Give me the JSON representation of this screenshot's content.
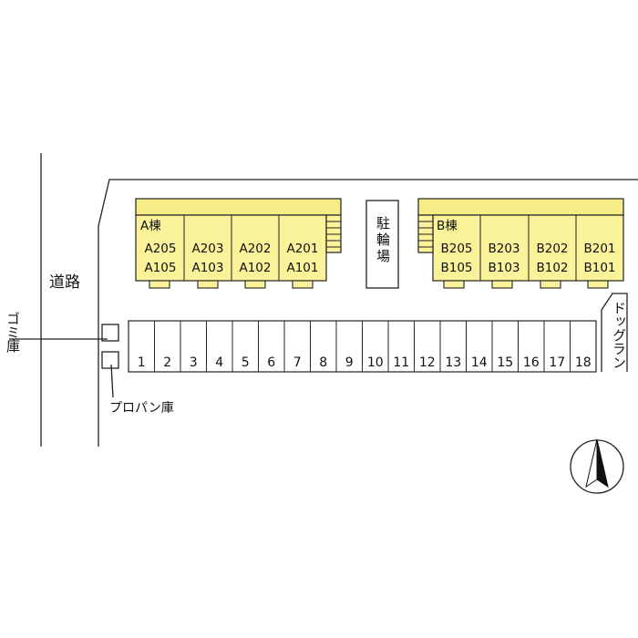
{
  "colors": {
    "building_fill": "#fbf39a",
    "building_band": "#f6ec86",
    "line": "#222222",
    "background": "#ffffff"
  },
  "labels": {
    "road": "道路",
    "garbage_shed": "ゴミ庫",
    "propane_shed": "プロパン庫",
    "bicycle_parking": "駐輪場",
    "dog_run": "ドッグラン"
  },
  "buildings": [
    {
      "name": "A棟",
      "units": [
        {
          "upper": "A205",
          "lower": "A105"
        },
        {
          "upper": "A203",
          "lower": "A103"
        },
        {
          "upper": "A202",
          "lower": "A102"
        },
        {
          "upper": "A201",
          "lower": "A101"
        }
      ]
    },
    {
      "name": "B棟",
      "units": [
        {
          "upper": "B205",
          "lower": "B105"
        },
        {
          "upper": "B203",
          "lower": "B103"
        },
        {
          "upper": "B202",
          "lower": "B102"
        },
        {
          "upper": "B201",
          "lower": "B101"
        }
      ]
    }
  ],
  "parking_spaces": [
    "1",
    "2",
    "3",
    "4",
    "5",
    "6",
    "7",
    "8",
    "9",
    "10",
    "11",
    "12",
    "13",
    "14",
    "15",
    "16",
    "17",
    "18"
  ],
  "compass": {
    "icon": "north-arrow-icon"
  }
}
